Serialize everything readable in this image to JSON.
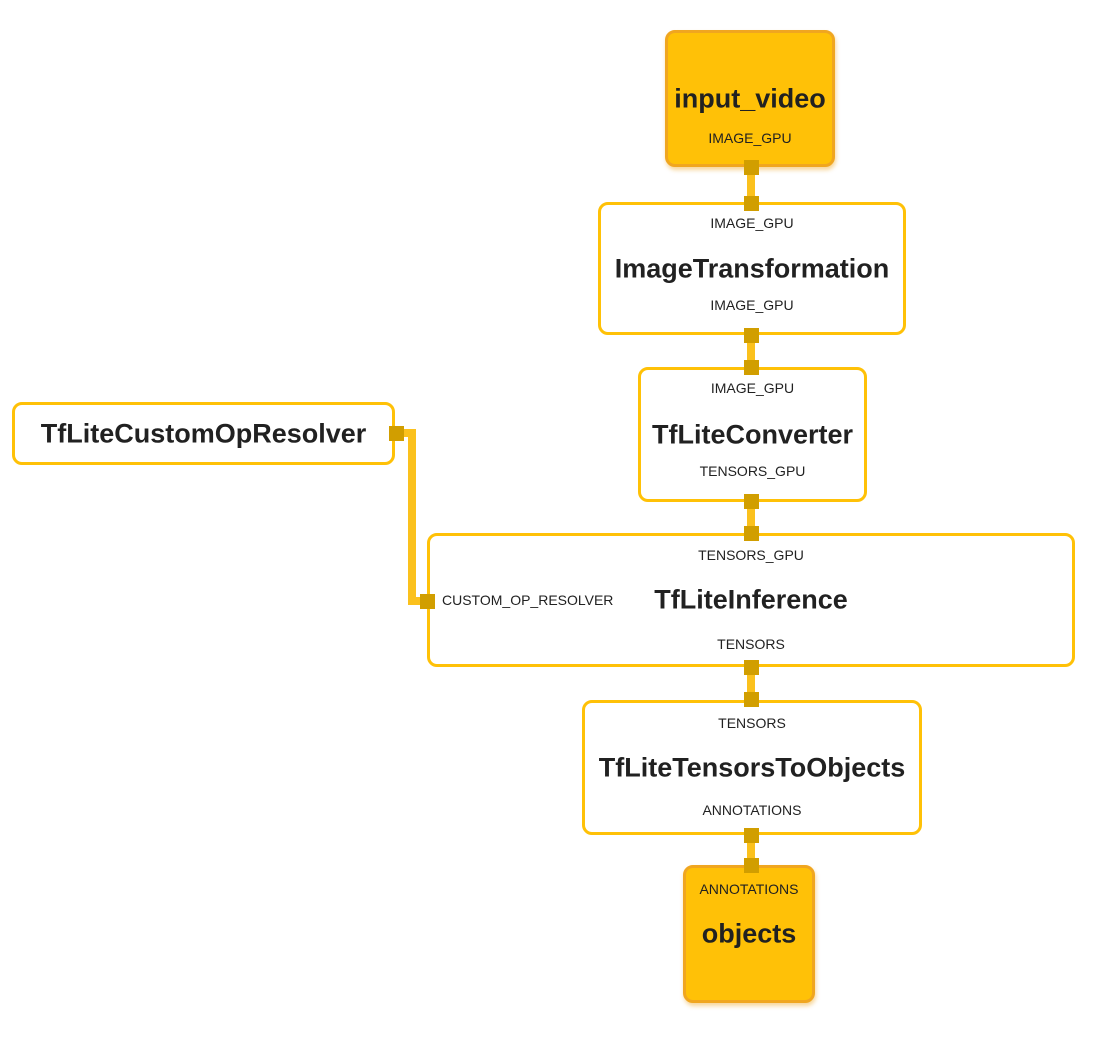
{
  "diagram": {
    "type": "mediapipe-graph",
    "nodes": {
      "input_video": {
        "title": "input_video",
        "output_stream": "IMAGE_GPU"
      },
      "image_transformation": {
        "input_stream": "IMAGE_GPU",
        "title": "ImageTransformation",
        "output_stream": "IMAGE_GPU"
      },
      "tflite_converter": {
        "input_stream": "IMAGE_GPU",
        "title": "TfLiteConverter",
        "output_stream": "TENSORS_GPU"
      },
      "tflite_inference": {
        "input_stream": "TENSORS_GPU",
        "side_input": "CUSTOM_OP_RESOLVER",
        "title": "TfLiteInference",
        "output_stream": "TENSORS"
      },
      "tflite_tensors_to_objects": {
        "input_stream": "TENSORS",
        "title": "TfLiteTensorsToObjects",
        "output_stream": "ANNOTATIONS"
      },
      "objects": {
        "input_stream": "ANNOTATIONS",
        "title": "objects"
      },
      "tflite_custom_op_resolver": {
        "title": "TfLiteCustomOpResolver"
      }
    },
    "edges": [
      {
        "from": "input_video",
        "to": "ImageTransformation",
        "stream": "IMAGE_GPU"
      },
      {
        "from": "ImageTransformation",
        "to": "TfLiteConverter",
        "stream": "IMAGE_GPU"
      },
      {
        "from": "TfLiteConverter",
        "to": "TfLiteInference",
        "stream": "TENSORS_GPU"
      },
      {
        "from": "TfLiteCustomOpResolver",
        "to": "TfLiteInference",
        "stream": "CUSTOM_OP_RESOLVER"
      },
      {
        "from": "TfLiteInference",
        "to": "TfLiteTensorsToObjects",
        "stream": "TENSORS"
      },
      {
        "from": "TfLiteTensorsToObjects",
        "to": "objects",
        "stream": "ANNOTATIONS"
      }
    ],
    "colors": {
      "amber_fill": "#FFC107",
      "io_node_border": "#F0A620",
      "calculator_border": "#FFC107",
      "edge_line": "#FBC11D",
      "port_square": "#D19E00",
      "text": "#212121",
      "background": "#FFFFFF"
    }
  }
}
